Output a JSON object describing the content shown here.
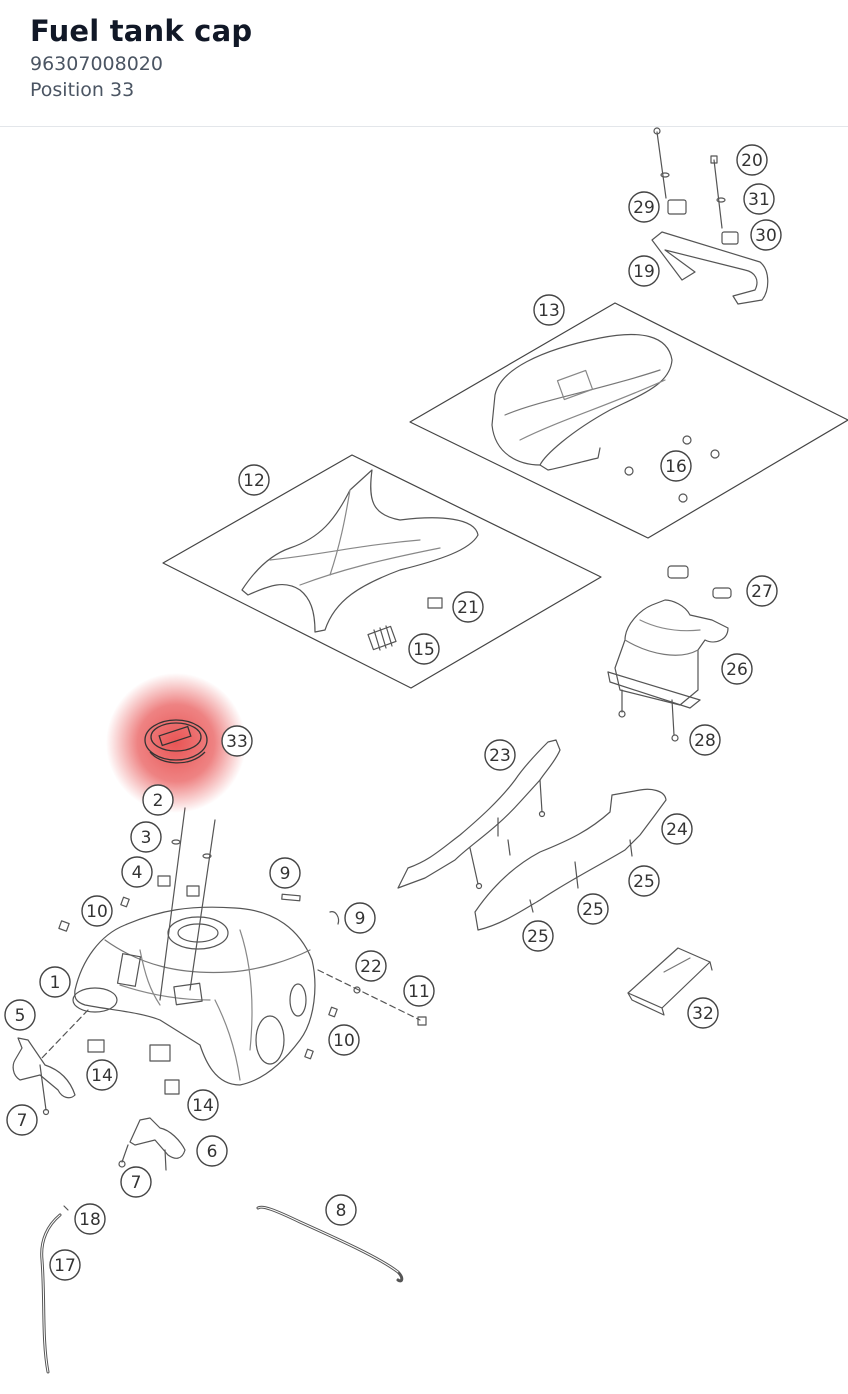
{
  "header": {
    "title": "Fuel tank cap",
    "part_number": "96307008020",
    "position_label": "Position 33"
  },
  "diagram": {
    "highlight_color": "#e11d1d",
    "highlighted_callout": "33",
    "callouts": [
      "20",
      "31",
      "29",
      "30",
      "19",
      "13",
      "16",
      "12",
      "21",
      "15",
      "27",
      "26",
      "28",
      "33",
      "2",
      "3",
      "4",
      "10",
      "9",
      "9",
      "23",
      "24",
      "25",
      "25",
      "25",
      "22",
      "11",
      "1",
      "5",
      "10",
      "14",
      "14",
      "7",
      "6",
      "7",
      "32",
      "8",
      "18",
      "17"
    ]
  }
}
